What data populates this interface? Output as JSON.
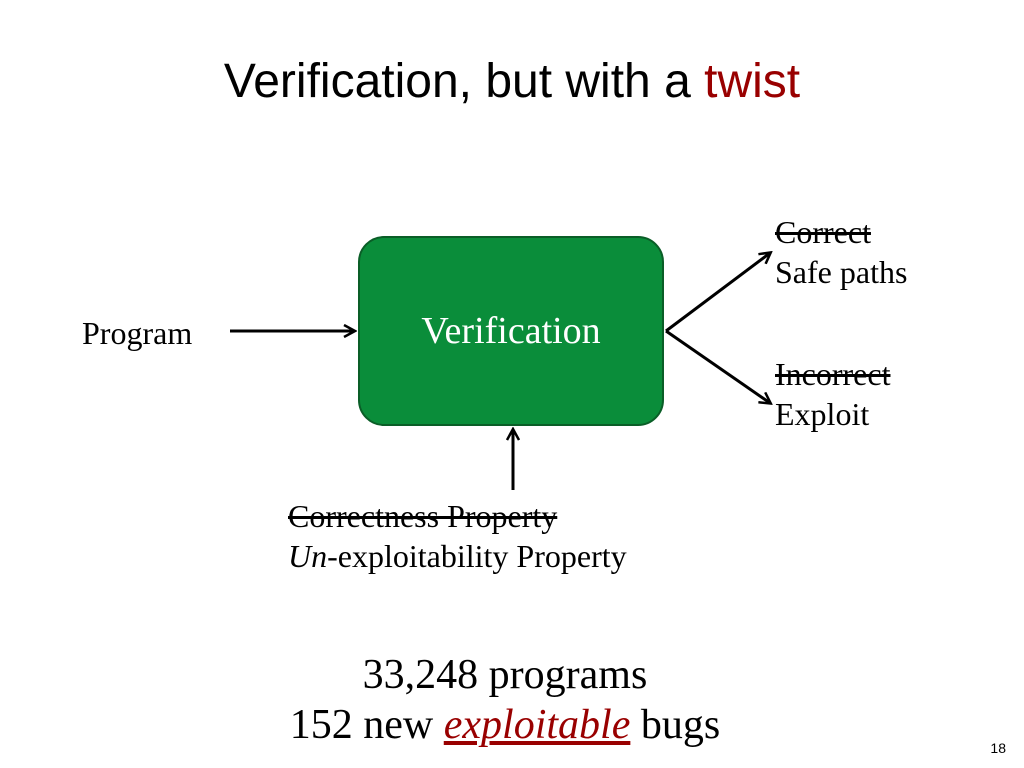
{
  "title": {
    "prefix": "Verification, but with a ",
    "accent": "twist",
    "accent_color": "#990000"
  },
  "diagram": {
    "box_label": "Verification",
    "box_color": "#0a8d3a",
    "input_label": "Program",
    "outputs": {
      "top_struck": "Correct",
      "top": "Safe paths",
      "bottom_struck": "Incorrect",
      "bottom": "Exploit"
    },
    "property": {
      "struck": "Correctness Property",
      "italic_prefix": "Un",
      "rest": "-exploitability Property"
    }
  },
  "stats": {
    "line1": "33,248 programs",
    "line2_prefix": "152 new ",
    "line2_emphasis": "exploitable",
    "line2_suffix": " bugs"
  },
  "slide_number": "18"
}
